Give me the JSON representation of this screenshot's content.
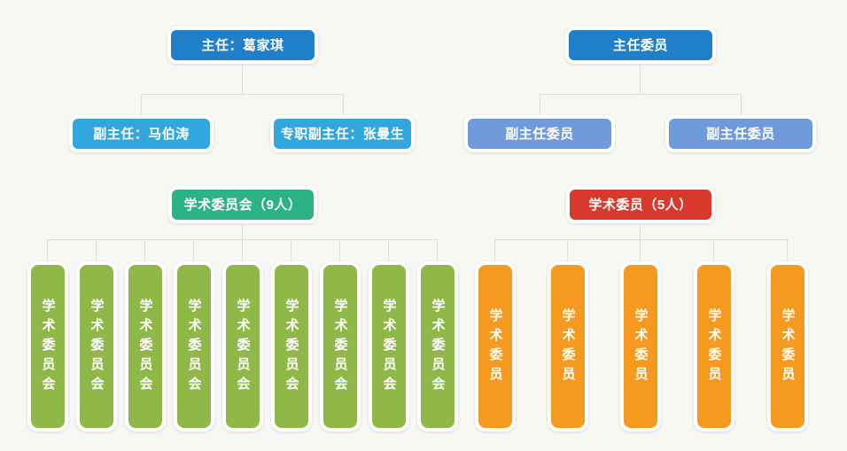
{
  "diagram": {
    "type": "org-chart",
    "background_color": "#f7f7f4",
    "connector_color": "#dedede",
    "trees": [
      {
        "id": "left-tree",
        "root": {
          "label": "主任：葛家琪",
          "color": "#1f80c9"
        },
        "deputies": [
          {
            "label": "副主任：马伯涛",
            "color": "#31a7dd"
          },
          {
            "label": "专职副主任：张曼生",
            "color": "#31a7dd"
          }
        ],
        "committee": {
          "label": "学术委员会（9人）",
          "color": "#2cb283",
          "count": 9
        },
        "members": [
          {
            "label": "学术委员会",
            "color": "#8fb849"
          },
          {
            "label": "学术委员会",
            "color": "#8fb849"
          },
          {
            "label": "学术委员会",
            "color": "#8fb849"
          },
          {
            "label": "学术委员会",
            "color": "#8fb849"
          },
          {
            "label": "学术委员会",
            "color": "#8fb849"
          },
          {
            "label": "学术委员会",
            "color": "#8fb849"
          },
          {
            "label": "学术委员会",
            "color": "#8fb849"
          },
          {
            "label": "学术委员会",
            "color": "#8fb849"
          },
          {
            "label": "学术委员会",
            "color": "#8fb849"
          }
        ]
      },
      {
        "id": "right-tree",
        "root": {
          "label": "主任委员",
          "color": "#1f80c9"
        },
        "deputies": [
          {
            "label": "副主任委员",
            "color": "#6f9bdd"
          },
          {
            "label": "副主任委员",
            "color": "#6f9bdd"
          }
        ],
        "committee": {
          "label": "学术委员（5人）",
          "color": "#d9392c",
          "count": 5
        },
        "members": [
          {
            "label": "学术委员",
            "color": "#f59a1e"
          },
          {
            "label": "学术委员",
            "color": "#f59a1e"
          },
          {
            "label": "学术委员",
            "color": "#f59a1e"
          },
          {
            "label": "学术委员",
            "color": "#f59a1e"
          },
          {
            "label": "学术委员",
            "color": "#f59a1e"
          }
        ]
      }
    ]
  }
}
